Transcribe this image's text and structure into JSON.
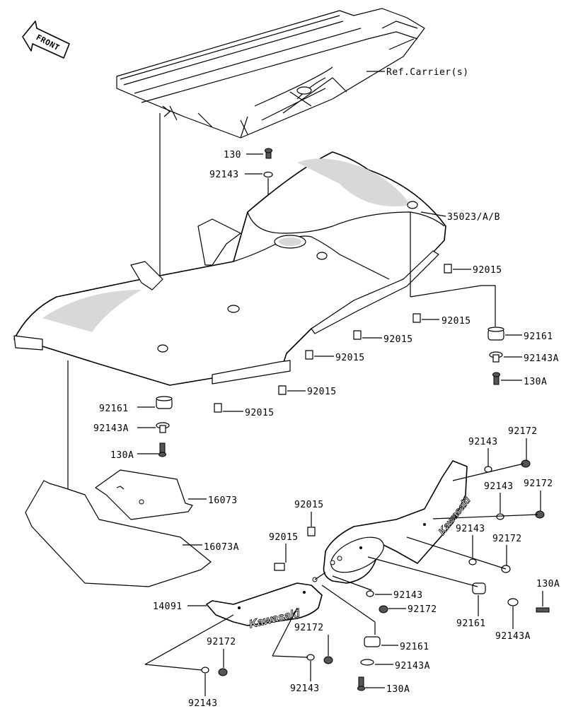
{
  "direction": {
    "front_label": "FRONT"
  },
  "branding": {
    "logo_text": "Kawasaki"
  },
  "labels": {
    "ref_carrier": "Ref.Carrier(s)",
    "p130": "130",
    "p92143_top": "92143",
    "p35023": "35023/A/B",
    "p92015_a": "92015",
    "p92015_b": "92015",
    "p92015_c": "92015",
    "p92015_d": "92015",
    "p92015_e": "92015",
    "p92015_f": "92015",
    "p92161_r": "92161",
    "p92143A_r": "92143A",
    "p130A_r": "130A",
    "p92161_l": "92161",
    "p92143A_l": "92143A",
    "p130A_l": "130A",
    "p16073": "16073",
    "p16073A": "16073A",
    "p92143_s1": "92143",
    "p92172_s1": "92172",
    "p92143_s2": "92143",
    "p92172_s2": "92172",
    "p92143_s3": "92143",
    "p92172_s3": "92172",
    "p92015_g": "92015",
    "p92015_h": "92015",
    "p130A_s": "130A",
    "p14091": "14091",
    "p92143_m": "92143",
    "p92172_m": "92172",
    "p92161_m": "92161",
    "p92143A_m": "92143A",
    "p92172_b": "92172",
    "p92161_b": "92161",
    "p92143A_b": "92143A",
    "p92143_b": "92143",
    "p92172_bl": "92172",
    "p130A_b": "130A",
    "p92143_bl": "92143"
  }
}
